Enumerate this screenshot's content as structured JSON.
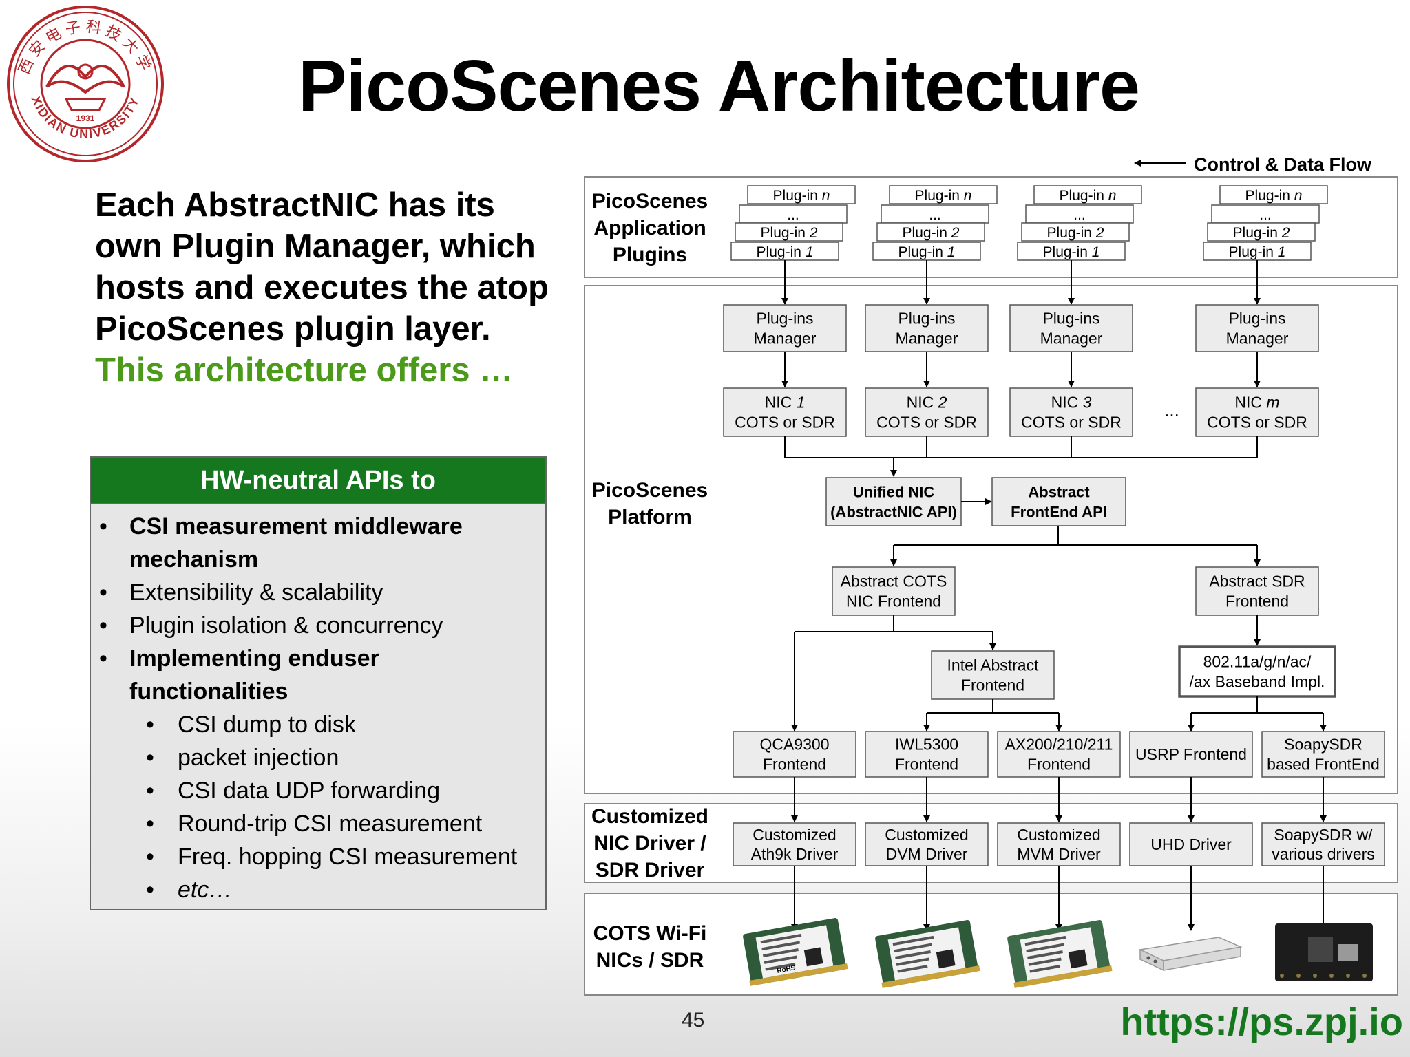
{
  "slide": {
    "title": "PicoScenes Architecture",
    "page_number": "45",
    "url": "https://ps.zpj.io"
  },
  "logo": {
    "name": "XIDIAN UNIVERSITY",
    "year": "1931",
    "chinese": "西安电子科技大学"
  },
  "description": {
    "black": "Each AbstractNIC has its own Plugin Manager, which hosts and executes the atop PicoScenes plugin layer.",
    "green": "This architecture offers …"
  },
  "hw_box": {
    "heading": "HW-neutral APIs to",
    "items": [
      {
        "text": "CSI measurement middleware",
        "level": 1,
        "style": "bold",
        "bullet": "•"
      },
      {
        "text": "mechanism",
        "level": 1,
        "style": "bold",
        "bullet": ""
      },
      {
        "text": "Extensibility & scalability",
        "level": 1,
        "style": "normal",
        "bullet": "•"
      },
      {
        "text": "Plugin isolation & concurrency",
        "level": 1,
        "style": "normal",
        "bullet": "•"
      },
      {
        "text": "Implementing enduser",
        "level": 1,
        "style": "bold",
        "bullet": "•"
      },
      {
        "text": "functionalities",
        "level": 1,
        "style": "bold",
        "bullet": ""
      },
      {
        "text": "CSI dump to disk",
        "level": 2,
        "style": "normal",
        "bullet": "•"
      },
      {
        "text": "packet injection",
        "level": 2,
        "style": "normal",
        "bullet": "•"
      },
      {
        "text": "CSI data UDP forwarding",
        "level": 2,
        "style": "normal",
        "bullet": "•"
      },
      {
        "text": "Round-trip CSI measurement",
        "level": 2,
        "style": "normal",
        "bullet": "•"
      },
      {
        "text": "Freq. hopping CSI measurement",
        "level": 2,
        "style": "normal",
        "bullet": "•"
      },
      {
        "text": "etc…",
        "level": 2,
        "style": "italic",
        "bullet": "•"
      }
    ]
  },
  "diagram": {
    "legend": "Control & Data Flow",
    "sections": {
      "plugins": [
        "PicoScenes",
        "Application",
        "Plugins"
      ],
      "platform": [
        "PicoScenes",
        "Platform"
      ],
      "driver": [
        "Customized",
        "NIC Driver /",
        "SDR Driver"
      ],
      "hardware": [
        "COTS Wi-Fi",
        "NICs / SDR"
      ]
    },
    "plugin_stack": {
      "top_prefix": "Plug-in ",
      "top_var": "n",
      "dots": "...",
      "second_prefix": "Plug-in ",
      "second_var": "2",
      "first_prefix": "Plug-in ",
      "first_var": "1"
    },
    "manager": [
      "Plug-ins",
      "Manager"
    ],
    "nic_cols": [
      {
        "name": "NIC ",
        "var": "1",
        "sub": "COTS or SDR"
      },
      {
        "name": "NIC ",
        "var": "2",
        "sub": "COTS or SDR"
      },
      {
        "name": "NIC ",
        "var": "3",
        "sub": "COTS or SDR"
      },
      {
        "name": "NIC ",
        "var": "m",
        "sub": "COTS or SDR"
      }
    ],
    "ellipsis": "...",
    "unified_nic": [
      "Unified NIC",
      "(AbstractNIC API)"
    ],
    "abstract_frontend_api": [
      "Abstract",
      "FrontEnd API"
    ],
    "abstract_cots": [
      "Abstract COTS",
      "NIC Frontend"
    ],
    "abstract_sdr": [
      "Abstract SDR",
      "Frontend"
    ],
    "intel_abstract": [
      "Intel Abstract",
      "Frontend"
    ],
    "baseband": [
      "802.11a/g/n/ac/",
      "/ax Baseband Impl."
    ],
    "frontends": [
      [
        "QCA9300",
        "Frontend"
      ],
      [
        "IWL5300",
        "Frontend"
      ],
      [
        "AX200/210/211",
        "Frontend"
      ],
      [
        "USRP Frontend"
      ],
      [
        "SoapySDR",
        "based FrontEnd"
      ]
    ],
    "drivers": [
      [
        "Customized",
        "Ath9k Driver"
      ],
      [
        "Customized",
        "DVM Driver"
      ],
      [
        "Customized",
        "MVM Driver"
      ],
      [
        "UHD Driver"
      ],
      [
        "SoapySDR w/",
        "various drivers"
      ]
    ],
    "hardware_cards": [
      {
        "kind": "nic-card",
        "label": "RoHS"
      },
      {
        "kind": "nic-card",
        "label": ""
      },
      {
        "kind": "nic-card",
        "label": ""
      },
      {
        "kind": "usrp-device",
        "label": ""
      },
      {
        "kind": "sdr-board",
        "label": ""
      }
    ]
  },
  "colors": {
    "green_text": "#4c9a1a",
    "green_header": "#15781f",
    "box_fill": "#ececec",
    "logo_red": "#b3262a"
  }
}
